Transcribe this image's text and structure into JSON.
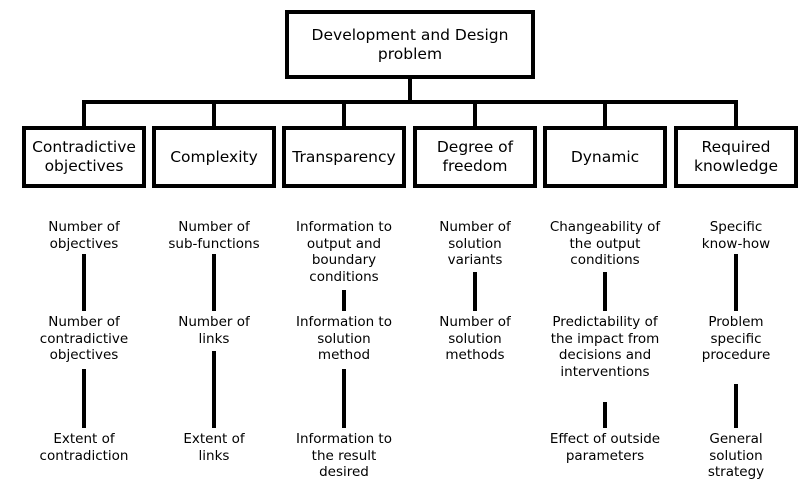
{
  "root": {
    "label": "Development and Design\nproblem"
  },
  "categories": [
    {
      "label": "Contradictive\nobjectives",
      "items": [
        "Number of\nobjectives",
        "Number of\ncontradictive\nobjectives",
        "Extent of\ncontradiction"
      ]
    },
    {
      "label": "Complexity",
      "items": [
        "Number of\nsub-functions",
        "Number of\nlinks",
        "Extent of\nlinks"
      ]
    },
    {
      "label": "Transparency",
      "items": [
        "Information to\noutput and\nboundary\nconditions",
        "Information to\nsolution\nmethod",
        "Information to\nthe result\ndesired"
      ]
    },
    {
      "label": "Degree of\nfreedom",
      "items": [
        "Number of\nsolution\nvariants",
        "Number of\nsolution\nmethods"
      ]
    },
    {
      "label": "Dynamic",
      "items": [
        "Changeability of\nthe output\nconditions",
        "Predictability of\nthe impact from\ndecisions and\ninterventions",
        "Effect of outside\nparameters"
      ]
    },
    {
      "label": "Required\nknowledge",
      "items": [
        "Specific\nknow-how",
        "Problem\nspecific\nprocedure",
        "General\nsolution\nstrategy"
      ]
    }
  ]
}
